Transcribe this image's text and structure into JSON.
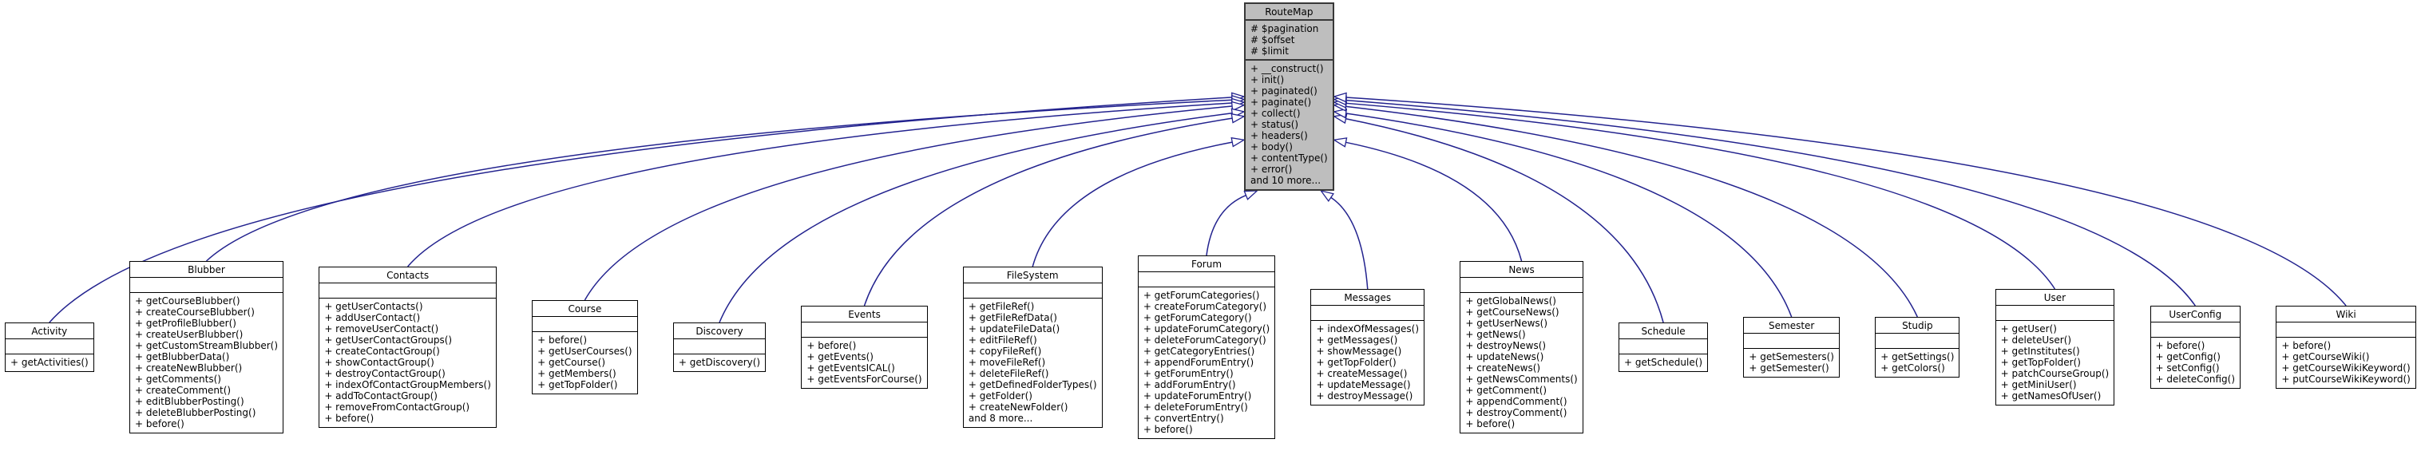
{
  "diagram": {
    "type": "uml-inheritance-graph",
    "edge_color": "#22228e",
    "root_fill": "#bebebe",
    "node_fill": "#ffffff",
    "root": {
      "name": "RouteMap",
      "attributes": [
        "# $pagination",
        "# $offset",
        "# $limit"
      ],
      "methods": [
        "+ __construct()",
        "+ init()",
        "+ paginated()",
        "+ paginate()",
        "+ collect()",
        "+ status()",
        "+ headers()",
        "+ body()",
        "+ contentType()",
        "+ error()",
        "and 10 more..."
      ]
    },
    "children": [
      {
        "name": "Activity",
        "attributes": [],
        "methods": [
          "+ getActivities()"
        ]
      },
      {
        "name": "Blubber",
        "attributes": [],
        "methods": [
          "+ getCourseBlubber()",
          "+ createCourseBlubber()",
          "+ getProfileBlubber()",
          "+ createUserBlubber()",
          "+ getCustomStreamBlubber()",
          "+ getBlubberData()",
          "+ createNewBlubber()",
          "+ getComments()",
          "+ createComment()",
          "+ editBlubberPosting()",
          "+ deleteBlubberPosting()",
          "+ before()"
        ]
      },
      {
        "name": "Contacts",
        "attributes": [],
        "methods": [
          "+ getUserContacts()",
          "+ addUserContact()",
          "+ removeUserContact()",
          "+ getUserContactGroups()",
          "+ createContactGroup()",
          "+ showContactGroup()",
          "+ destroyContactGroup()",
          "+ indexOfContactGroupMembers()",
          "+ addToContactGroup()",
          "+ removeFromContactGroup()",
          "+ before()"
        ]
      },
      {
        "name": "Course",
        "attributes": [],
        "methods": [
          "+ before()",
          "+ getUserCourses()",
          "+ getCourse()",
          "+ getMembers()",
          "+ getTopFolder()"
        ]
      },
      {
        "name": "Discovery",
        "attributes": [],
        "methods": [
          "+ getDiscovery()"
        ]
      },
      {
        "name": "Events",
        "attributes": [],
        "methods": [
          "+ before()",
          "+ getEvents()",
          "+ getEventsICAL()",
          "+ getEventsForCourse()"
        ]
      },
      {
        "name": "FileSystem",
        "attributes": [],
        "methods": [
          "+ getFileRef()",
          "+ getFileRefData()",
          "+ updateFileData()",
          "+ editFileRef()",
          "+ copyFileRef()",
          "+ moveFileRef()",
          "+ deleteFileRef()",
          "+ getDefinedFolderTypes()",
          "+ getFolder()",
          "+ createNewFolder()",
          "and 8 more..."
        ]
      },
      {
        "name": "Forum",
        "attributes": [],
        "methods": [
          "+ getForumCategories()",
          "+ createForumCategory()",
          "+ getForumCategory()",
          "+ updateForumCategory()",
          "+ deleteForumCategory()",
          "+ getCategoryEntries()",
          "+ appendForumEntry()",
          "+ getForumEntry()",
          "+ addForumEntry()",
          "+ updateForumEntry()",
          "+ deleteForumEntry()",
          "+ convertEntry()",
          "+ before()"
        ]
      },
      {
        "name": "Messages",
        "attributes": [],
        "methods": [
          "+ indexOfMessages()",
          "+ getMessages()",
          "+ showMessage()",
          "+ getTopFolder()",
          "+ createMessage()",
          "+ updateMessage()",
          "+ destroyMessage()"
        ]
      },
      {
        "name": "News",
        "attributes": [],
        "methods": [
          "+ getGlobalNews()",
          "+ getCourseNews()",
          "+ getUserNews()",
          "+ getNews()",
          "+ destroyNews()",
          "+ updateNews()",
          "+ createNews()",
          "+ getNewsComments()",
          "+ getComment()",
          "+ appendComment()",
          "+ destroyComment()",
          "+ before()"
        ]
      },
      {
        "name": "Schedule",
        "attributes": [],
        "methods": [
          "+ getSchedule()"
        ]
      },
      {
        "name": "Semester",
        "attributes": [],
        "methods": [
          "+ getSemesters()",
          "+ getSemester()"
        ]
      },
      {
        "name": "Studip",
        "attributes": [],
        "methods": [
          "+ getSettings()",
          "+ getColors()"
        ]
      },
      {
        "name": "User",
        "attributes": [],
        "methods": [
          "+ getUser()",
          "+ deleteUser()",
          "+ getInstitutes()",
          "+ getTopFolder()",
          "+ patchCourseGroup()",
          "+ getMiniUser()",
          "+ getNamesOfUser()"
        ]
      },
      {
        "name": "UserConfig",
        "attributes": [],
        "methods": [
          "+ before()",
          "+ getConfig()",
          "+ setConfig()",
          "+ deleteConfig()"
        ]
      },
      {
        "name": "Wiki",
        "attributes": [],
        "methods": [
          "+ before()",
          "+ getCourseWiki()",
          "+ getCourseWikiKeyword()",
          "+ putCourseWikiKeyword()"
        ]
      }
    ]
  }
}
